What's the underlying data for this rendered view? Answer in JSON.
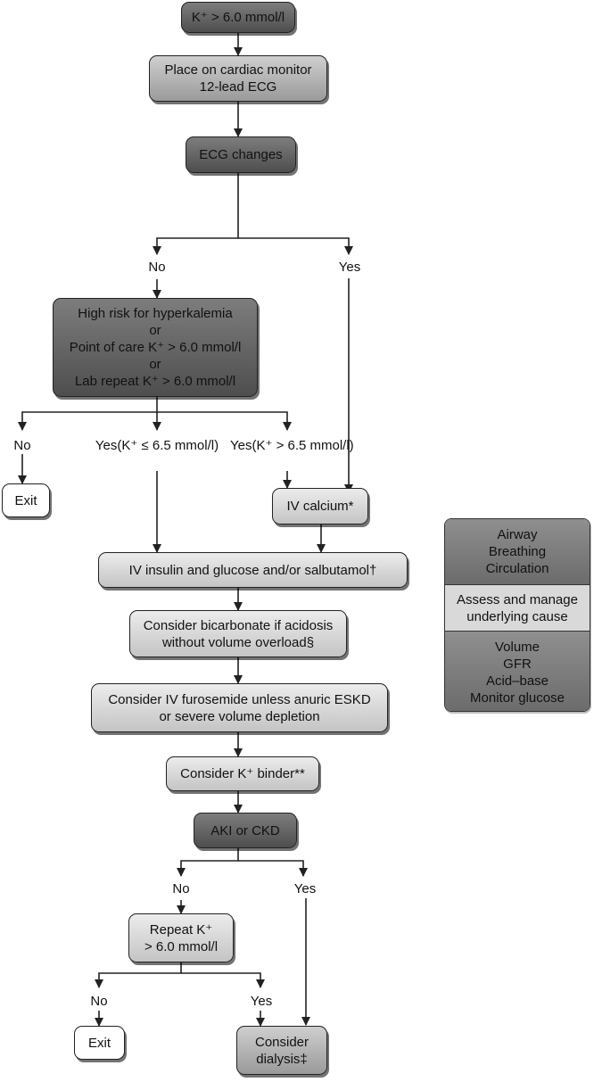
{
  "nodes": {
    "start": [
      "K⁺ > 6.0 mmol/l"
    ],
    "monitor": [
      "Place on cardiac monitor",
      "12-lead ECG"
    ],
    "ecg": [
      "ECG changes"
    ],
    "risk": [
      "High risk for hyperkalemia",
      "or",
      "Point of care K⁺ > 6.0 mmol/l",
      "or",
      "Lab repeat K⁺ > 6.0 mmol/l"
    ],
    "exit1": [
      "Exit"
    ],
    "calcium": [
      "IV calcium*"
    ],
    "insulin": [
      "IV insulin and glucose and/or salbutamol†"
    ],
    "bicarb": [
      "Consider bicarbonate if acidosis",
      "without volume overload§"
    ],
    "furosemide": [
      "Consider IV furosemide unless anuric ESKD",
      "or severe volume depletion"
    ],
    "binder": [
      "Consider K⁺ binder**"
    ],
    "akickd": [
      "AKI or CKD"
    ],
    "repeat": [
      "Repeat K⁺",
      "> 6.0 mmol/l"
    ],
    "exit2": [
      "Exit"
    ],
    "dialysis": [
      "Consider",
      "dialysis‡"
    ]
  },
  "labels": {
    "ecg_no": [
      "No"
    ],
    "ecg_yes": [
      "Yes"
    ],
    "risk_no": [
      "No"
    ],
    "risk_yes_low": [
      "Yes",
      "(K⁺ ≤ 6.5 mmol/l)"
    ],
    "risk_yes_high": [
      "Yes",
      "(K⁺ > 6.5 mmol/l)"
    ],
    "aki_no": [
      "No"
    ],
    "aki_yes": [
      "Yes"
    ],
    "repeat_no": [
      "No"
    ],
    "repeat_yes": [
      "Yes"
    ]
  },
  "side_panel": {
    "top": [
      "Airway",
      "Breathing",
      "Circulation"
    ],
    "middle": [
      "Assess and manage",
      "underlying cause"
    ],
    "bottom": [
      "Volume",
      "GFR",
      "Acid–base",
      "Monitor glucose"
    ]
  }
}
